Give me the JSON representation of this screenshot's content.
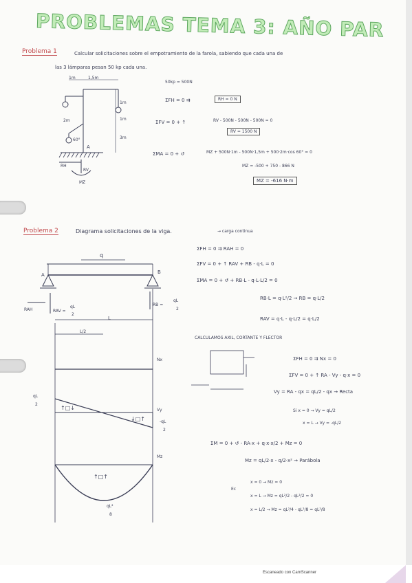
{
  "title": "PROBLEMAS TEMA 3: AÑO PAR",
  "problem1": {
    "label": "Problema 1",
    "statement_l1": "Calcular solicitaciones sobre el empotramiento de la farola, sabiendo que cada una de",
    "statement_l2": "las 3 lámparas pesan 50 kp cada una.",
    "dims": {
      "d1": "1m",
      "d2": "1,5m",
      "h1": "1m",
      "h2": "1m",
      "h3": "3m",
      "diag": "2m",
      "angle": "60°",
      "point": "A"
    },
    "reactions": {
      "rh": "RH",
      "rv": "RV",
      "mz": "MZ"
    },
    "eq_weight": "50kp = 500N",
    "eq_fh": "ΣFH = 0 ⇉",
    "res_fh": "RH = 0 N",
    "eq_fv": "ΣFV = 0 + ↑",
    "eq_fv_r": "RV - 500N - 500N - 500N = 0",
    "res_fv": "RV = 1500 N",
    "eq_ma": "ΣMA = 0 + ↺",
    "eq_ma_r": "MZ + 500N·1m - 500N·1,5m + 500·2m·cos 60° = 0",
    "eq_mz": "MZ = -500 + 750 - 866 N",
    "res_mz": "MZ = -616 N·m"
  },
  "problem2": {
    "label": "Problema 2",
    "statement": "Diagrama solicitaciones de la viga.",
    "note": "→ carga continua",
    "beam": {
      "q": "q",
      "a": "A",
      "b": "B",
      "rah": "RAH",
      "rav_num": "qL",
      "rav_den": "2",
      "rav": "RAV =",
      "rb": "RB =",
      "rb_num": "qL",
      "rb_den": "2",
      "l": "L",
      "l2": "L/2"
    },
    "diagram_labels": {
      "n": "Nx",
      "v": "Vy",
      "m": "Mz",
      "vl_num": "qL",
      "vl_den": "2",
      "vr_num": "-qL",
      "vr_den": "2",
      "m_num": "qL²",
      "m_den": "8"
    },
    "eqs": {
      "e1": "ΣFH = 0 ⇉   RAH = 0",
      "e2": "ΣFV = 0 + ↑   RAV + RB - q·L = 0",
      "e3": "ΣMA = 0 + ↺   + RB·L - q·L·L/2 = 0",
      "e4": "RB·L = q·L²/2  →  RB = q·L/2",
      "e5": "RAV = q·L - q·L/2 = q·L/2",
      "sec_title": "CALCULAMOS AXIL, CORTANTE Y FLECTOR",
      "e6": "ΣFH = 0 ⇉   Nx = 0",
      "e7": "ΣFV = 0 + ↑   RA - Vy - q·x = 0",
      "e8": "Vy = RA - qx = qL/2 - qx  → Recta",
      "e9": "Si  x = 0 → Vy = qL/2",
      "e10": "x = L → Vy = -qL/2",
      "e11": "ΣM = 0 + ↺   - RA·x + q·x·x/2 + Mz = 0",
      "e12": "Mz = qL/2·x - q/2·x²  → Parábola",
      "e13": "x = 0 → Mz = 0",
      "e14": "x = L → Mz = qL²/2 - qL²/2 = 0",
      "e15": "x = L/2 → Mz = qL²/4 - qL²/8 = qL²/8",
      "si": "Si",
      "ec": "Ec"
    }
  },
  "footer": "Escaneado con CamScanner"
}
